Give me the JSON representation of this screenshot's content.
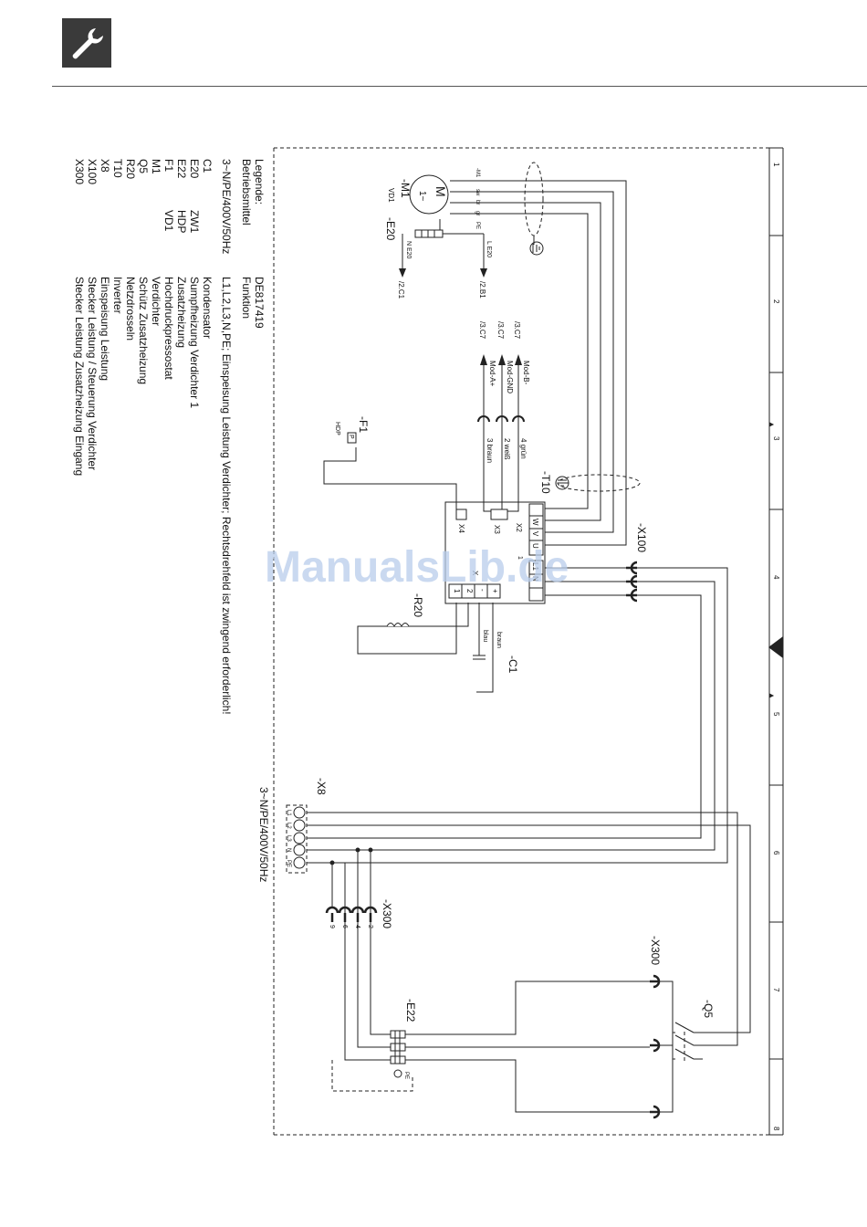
{
  "header": {
    "icon": "wrench-icon"
  },
  "watermark": "ManualsLib.de",
  "legend": {
    "title": "Legende:",
    "col1_header": "Betriebsmittel",
    "doc_number": "DE817419",
    "col2_header": "Funktion",
    "supply_label": "3~N/PE/400V/50Hz",
    "supply_text": "L1,L2,L3,N,PE; Einspeisung Leistung Verdichter; Rechtsdrehfeld ist zwingend erforderlich!",
    "items": [
      {
        "id": "C1",
        "code": "",
        "func": "Kondensator"
      },
      {
        "id": "E20",
        "code": "ZW1",
        "func": "Sumpfheizung Verdichter 1"
      },
      {
        "id": "E22",
        "code": "HDP",
        "func": "Zusatzheizung"
      },
      {
        "id": "F1",
        "code": "VD1",
        "func": "Hochdruckpressostat"
      },
      {
        "id": "M1",
        "code": "",
        "func": "Verdichter"
      },
      {
        "id": "Q5",
        "code": "",
        "func": "Schütz Zusatzheizung"
      },
      {
        "id": "R20",
        "code": "",
        "func": "Netzdrosseln"
      },
      {
        "id": "T10",
        "code": "",
        "func": "Inverter"
      },
      {
        "id": "X8",
        "code": "",
        "func": "Einspeisung Leistung"
      },
      {
        "id": "X100",
        "code": "",
        "func": "Stecker Leistung / Steuerung Verdichter"
      },
      {
        "id": "X300",
        "code": "",
        "func": "Stecker Leistung Zusatzheizung Eingang"
      }
    ]
  },
  "ruler": [
    "1",
    "2",
    "3",
    "4",
    "5",
    "6",
    "7",
    "8"
  ],
  "components": {
    "m1": {
      "ref": "-M1",
      "symbol": "M",
      "phase": "1~",
      "sub": "VD1",
      "pins": [
        "-M1",
        "sw",
        "br",
        "gr",
        "PE"
      ]
    },
    "e20": {
      "ref": "-E20",
      "n": "N E20",
      "l": "L E20",
      "n_ref": "/2.C1",
      "l_ref": "/2.B1"
    },
    "mod": {
      "refs": [
        "/3.C7",
        "/3.C7",
        "/3.C7"
      ],
      "signals": [
        "Mod-B-",
        "Mod-GND",
        "Mod-A+"
      ],
      "wires": [
        "4  grün",
        "2  weiß",
        "3  braun"
      ]
    },
    "f1": {
      "ref": "-F1",
      "sub": "HDP",
      "pin": "P"
    },
    "t10": {
      "ref": "-T10",
      "x2": "X2",
      "x3": "X3",
      "x4": "X4",
      "x": "X",
      "uvw": [
        "W",
        "V",
        "U"
      ],
      "l1n": [
        "L1",
        "N"
      ],
      "l1n_num": "1",
      "terms": [
        "+",
        "-",
        "2",
        "1"
      ]
    },
    "x100": {
      "ref": "-X100"
    },
    "r20": {
      "ref": "-R20"
    },
    "c1": {
      "ref": "-C1",
      "w1": "braun",
      "w2": "blau"
    },
    "x8": {
      "ref": "-X8",
      "supply": "3~N/PE/400V/50Hz",
      "pins": [
        "L1",
        "L2",
        "L3",
        "N",
        "PE"
      ]
    },
    "x300a": {
      "ref": "-X300",
      "pins": [
        "2",
        "4",
        "6",
        "9"
      ]
    },
    "x300b": {
      "ref": "-X300"
    },
    "q5": {
      "ref": "-Q5"
    },
    "e22": {
      "ref": "-E22",
      "pe": "PE"
    }
  }
}
